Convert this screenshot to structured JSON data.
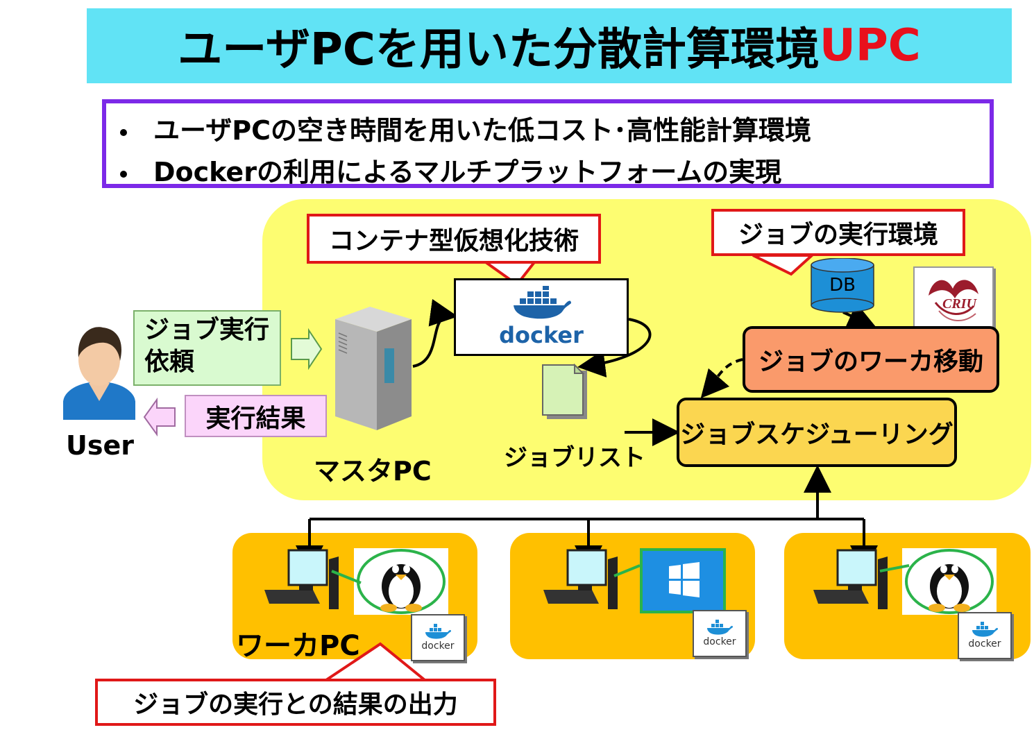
{
  "title": {
    "main": "ユーザPCを用いた分散計算環境",
    "accent": "UPC"
  },
  "bullets": [
    "ユーザPCの空き時間を用いた低コスト･高性能計算環境",
    "Dockerの利用によるマルチプラットフォームの実現"
  ],
  "callouts": {
    "container": "コンテナ型仮想化技術",
    "job_env": "ジョブの実行環境",
    "job_output": "ジョブの実行との結果の出力"
  },
  "user": {
    "label": "User",
    "request": "ジョブ実行\n依頼",
    "result": "実行結果"
  },
  "master": {
    "label": "マスタPC"
  },
  "docker": {
    "word": "docker"
  },
  "job_list": {
    "label": "ジョブリスト"
  },
  "db": {
    "label": "DB"
  },
  "criu": {
    "label": "CRIU"
  },
  "job_move": {
    "label": "ジョブのワーカ移動"
  },
  "job_sched": {
    "label": "ジョブスケジューリング"
  },
  "worker": {
    "label": "ワーカPC",
    "docker_word": "docker"
  },
  "colors": {
    "title_bg": "#61e3f5",
    "accent": "#e8101c",
    "bullet_border": "#7c29e8",
    "master_area": "#fdfd71",
    "worker_area": "#ffc000",
    "job_move": "#fa9a6b",
    "job_sched": "#fbd650",
    "request_box": "#d9fad0",
    "result_box": "#fbd5fa"
  }
}
